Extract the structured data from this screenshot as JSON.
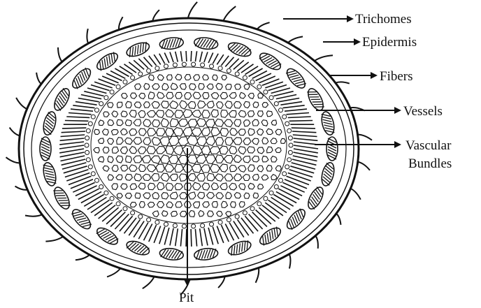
{
  "labels": {
    "trichomes": "Trichomes",
    "epidermis": "Epidermis",
    "fibers": "Fibers",
    "vessels": "Vessels",
    "vascular_line1": "Vascular",
    "vascular_line2": "Bundles",
    "pit": "Pit"
  },
  "colors": {
    "ink": "#111111",
    "background": "#ffffff"
  }
}
